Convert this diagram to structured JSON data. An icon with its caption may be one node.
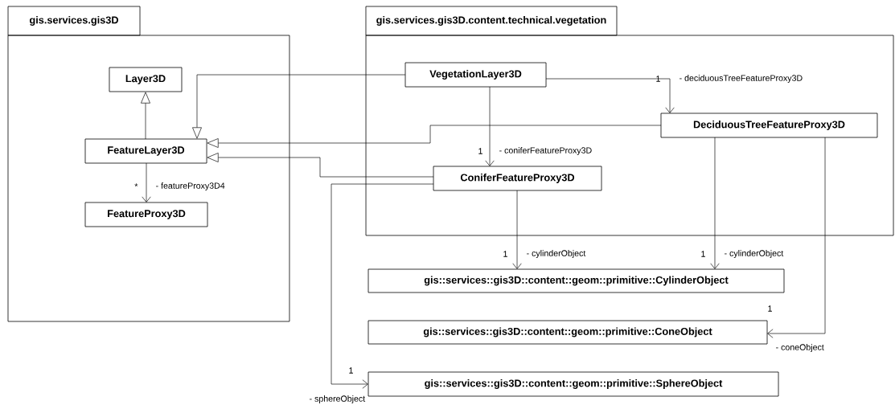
{
  "diagram": {
    "nodes": [
      {
        "text": [
          "gis.services.gis3D"
        ]
      },
      {
        "text": [
          "Layer3D"
        ],
        "in": 0
      },
      {
        "text": [
          "FeatureLayer3D"
        ],
        "in": 0
      },
      {
        "text": [
          "FeatureProxy3D"
        ],
        "in": 0
      },
      {
        "text": [
          "gis.services.gis3D.content.technical.vegetation"
        ]
      },
      {
        "text": [
          "VegetationLayer3D"
        ],
        "in": 4
      },
      {
        "text": [
          "DeciduousTreeFeatureProxy3D"
        ],
        "in": 4
      },
      {
        "text": [
          "ConiferFeatureProxy3D"
        ],
        "in": 4
      },
      {
        "text": [
          "gis::services::gis3D::content::geom::primitive::CylinderObject"
        ]
      },
      {
        "text": [
          "gis::services::gis3D::content::geom::primitive::ConeObject"
        ]
      },
      {
        "text": [
          "gis::services::gis3D::content::geom::primitive::SphereObject"
        ]
      }
    ],
    "edges": [
      {
        "from": 2,
        "to": 1,
        "arrow": "to"
      },
      {
        "from": 5,
        "to": 2,
        "arrow": "to"
      },
      {
        "from": 6,
        "to": 2,
        "arrow": "to"
      },
      {
        "from": 7,
        "to": 2,
        "arrow": "to"
      },
      {
        "from": 2,
        "to": 3,
        "arrow": "to",
        "label": "- featureProxy3D4"
      },
      {
        "from": 5,
        "to": 7,
        "arrow": "to",
        "label": "- coniferFeatureProxy3D"
      },
      {
        "from": 5,
        "to": 6,
        "arrow": "to",
        "label": "- deciduousTreeFeatureProxy3D"
      },
      {
        "from": 7,
        "to": 8,
        "arrow": "to",
        "label": "- cylinderObject"
      },
      {
        "from": 6,
        "to": 8,
        "arrow": "to",
        "label": "- cylinderObject"
      },
      {
        "from": 6,
        "to": 9,
        "arrow": "to",
        "label": "- coneObject"
      },
      {
        "from": 7,
        "to": 10,
        "arrow": "to",
        "label": "- sphereObject"
      }
    ],
    "labels": [
      "1",
      "1",
      "*",
      "1",
      "1",
      "1",
      "1"
    ]
  }
}
